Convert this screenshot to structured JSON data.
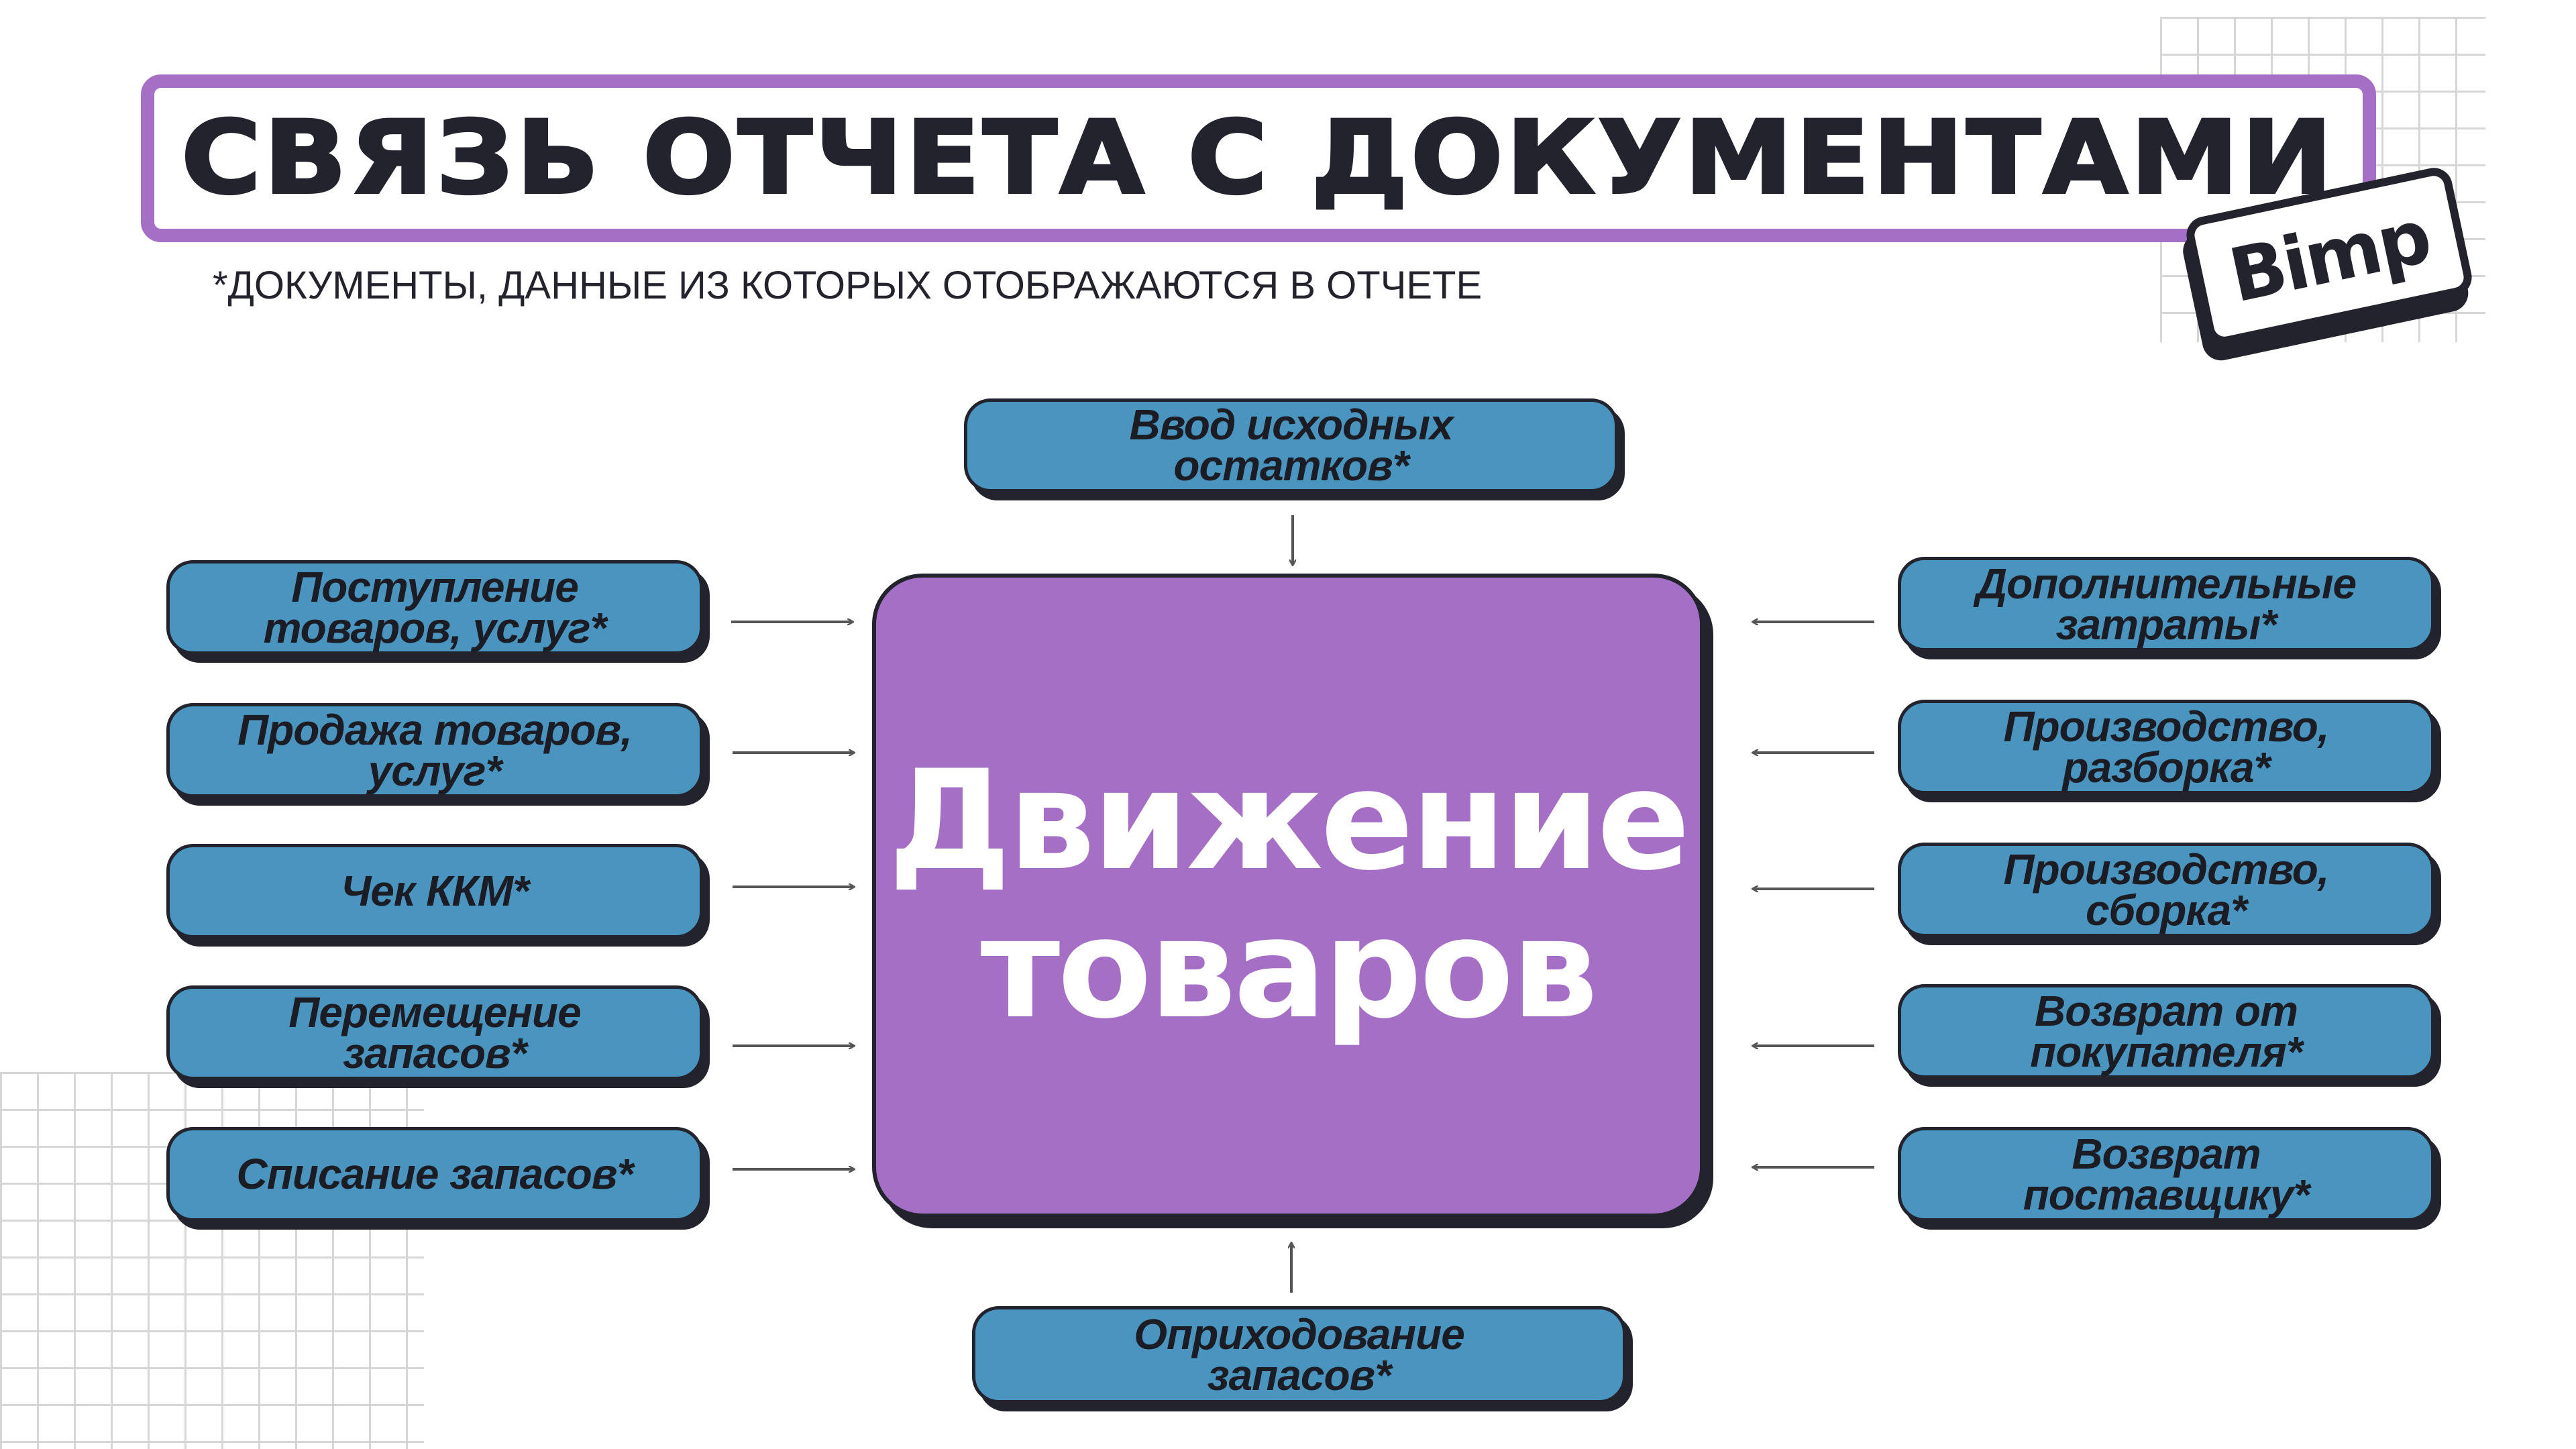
{
  "header": {
    "title": "СВЯЗЬ ОТЧЕТА С ДОКУМЕНТАМИ",
    "subtitle": "*ДОКУМЕНТЫ, ДАННЫЕ ИЗ КОТОРЫХ ОТОБРАЖАЮТСЯ В ОТЧЕТЕ",
    "logo": "Bimp"
  },
  "center": {
    "label": "Движение\nтоваров"
  },
  "top_doc": {
    "label": "Ввод исходных\nостатков*"
  },
  "bottom_doc": {
    "label": "Оприходование\nзапасов*"
  },
  "left_docs": [
    {
      "label": "Поступление\nтоваров, услуг*"
    },
    {
      "label": "Продажа товаров,\nуслуг*"
    },
    {
      "label": "Чек ККМ*"
    },
    {
      "label": "Перемещение\nзапасов*"
    },
    {
      "label": "Списание запасов*"
    }
  ],
  "right_docs": [
    {
      "label": "Дополнительные\nзатраты*"
    },
    {
      "label": "Производство,\nразборка*"
    },
    {
      "label": "Производство,\nсборка*"
    },
    {
      "label": "Возврат от\nпокупателя*"
    },
    {
      "label": "Возврат\nпоставщику*"
    }
  ],
  "colors": {
    "purple": "#a66fc6",
    "blue": "#4a95c0",
    "dark": "#23232e"
  }
}
